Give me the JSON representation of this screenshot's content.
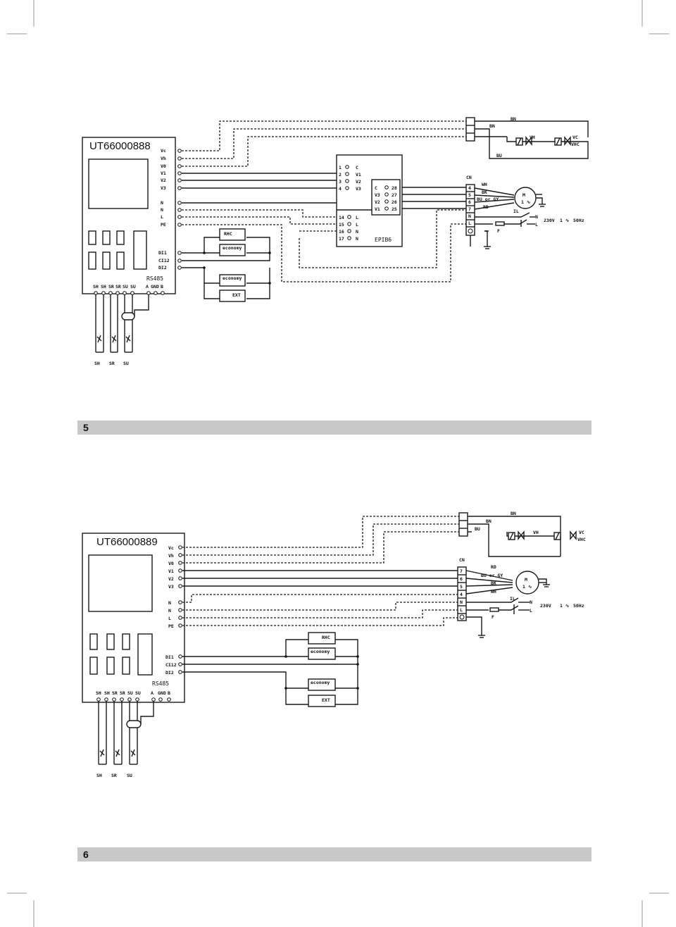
{
  "diagram1": {
    "model": "UT66000888",
    "controller_terminals": [
      "Vc",
      "Vh",
      "V0",
      "V1",
      "V2",
      "V3",
      "N",
      "N",
      "L",
      "PE"
    ],
    "digital_inputs": [
      "DI1",
      "CI12",
      "DI2"
    ],
    "bus_label": "RS485",
    "bottom_terminals": [
      "SH",
      "SH",
      "SR",
      "SR",
      "SU",
      "SU",
      "A",
      "GND",
      "B"
    ],
    "sensors": [
      "SH",
      "SR",
      "SU"
    ],
    "switches": [
      "RHC",
      "economy",
      "economy",
      "EXT"
    ],
    "epib_left": [
      "1",
      "2",
      "3",
      "4",
      "14",
      "15",
      "16",
      "17"
    ],
    "epib_left_labels": [
      "C",
      "V1",
      "V2",
      "V3",
      "L",
      "L",
      "N",
      "N"
    ],
    "epib_right_labels": [
      "C",
      "V3",
      "V2",
      "V1"
    ],
    "epib_right_nums": [
      "28",
      "27",
      "26",
      "25"
    ],
    "epib_name": "EPIB6",
    "cn_label": "CN",
    "cn_terminals": [
      "4",
      "5",
      "6",
      "7",
      "N",
      "L"
    ],
    "wires": [
      "WH",
      "BK",
      "BU or GY",
      "RD"
    ],
    "valve_wires": [
      "BN",
      "BN",
      "BU"
    ],
    "valves": [
      "VH",
      "VC\nVHC"
    ],
    "valve_vc": "VC",
    "valve_vhc": "VHC",
    "motor": "M",
    "motor_sub": "1 ∿",
    "il": "IL",
    "fuse": "F",
    "supply_n": "N",
    "supply_l": "L",
    "supply": "230V",
    "supply_phase": "1 ∿",
    "freq": "50Hz"
  },
  "bar1": {
    "number": "5"
  },
  "diagram2": {
    "model": "UT66000889",
    "controller_terminals": [
      "Vc",
      "Vh",
      "V0",
      "V1",
      "V2",
      "V3",
      "N",
      "N",
      "L",
      "PE"
    ],
    "digital_inputs": [
      "DI1",
      "CI12",
      "DI2"
    ],
    "bus_label": "RS485",
    "bottom_terminals": [
      "SH",
      "SH",
      "SR",
      "SR",
      "SU",
      "SU",
      "A",
      "GND",
      "B"
    ],
    "sensors": [
      "SH",
      "SR",
      "SU"
    ],
    "switches": [
      "RHC",
      "economy",
      "economy",
      "EXT"
    ],
    "cn_label": "CN",
    "cn_terminals": [
      "7",
      "6",
      "5",
      "4",
      "N",
      "L"
    ],
    "wires": [
      "RD",
      "BU or GY",
      "BK",
      "WH"
    ],
    "valve_wires": [
      "BN",
      "BN",
      "BU"
    ],
    "valve_vh": "VH",
    "valve_vc": "VC",
    "valve_vhc": "VHC",
    "motor": "M",
    "motor_sub": "1 ∿",
    "il": "IL",
    "fuse": "F",
    "supply_n": "N",
    "supply_l": "L",
    "supply": "230V",
    "supply_phase": "1 ∿",
    "freq": "50Hz"
  },
  "bar2": {
    "number": "6"
  }
}
